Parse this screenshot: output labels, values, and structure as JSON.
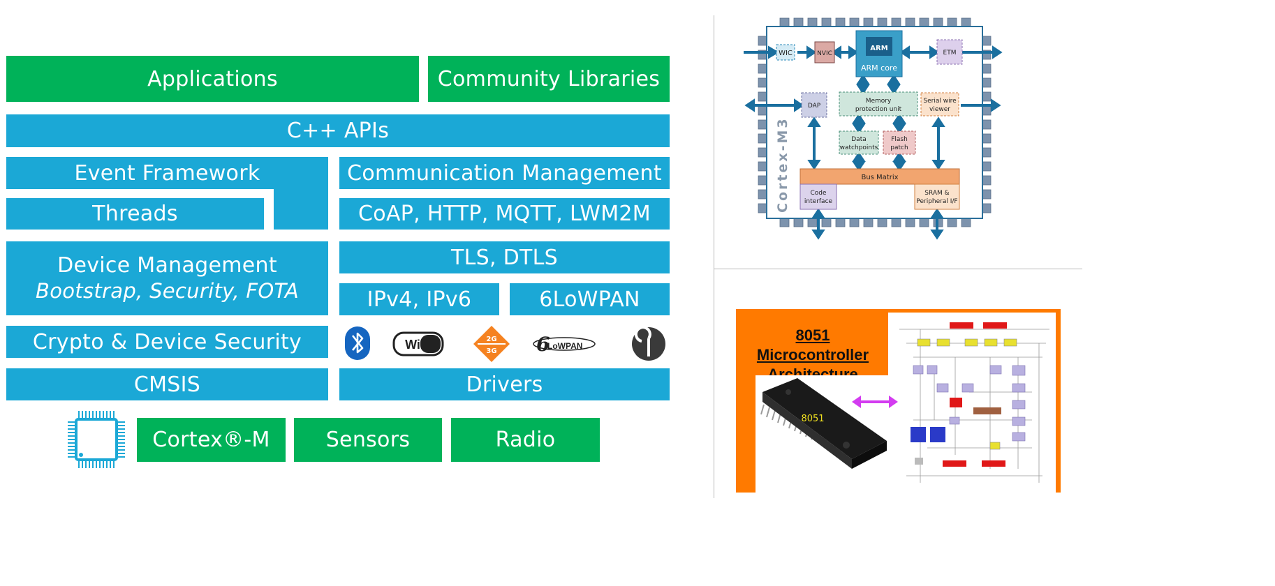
{
  "stack": {
    "applications": "Applications",
    "community_libraries": "Community Libraries",
    "cpp_apis": "C++ APIs",
    "event_framework": "Event Framework",
    "threads": "Threads",
    "communication_management": "Communication Management",
    "protocols": "CoAP, HTTP, MQTT, LWM2M",
    "device_management": "Device Management",
    "device_management_sub": "Bootstrap, Security, FOTA",
    "tls": "TLS, DTLS",
    "ipv": "IPv4, IPv6",
    "lowpan": "6LoWPAN",
    "crypto": "Crypto & Device Security",
    "cmsis": "CMSIS",
    "drivers": "Drivers",
    "cortex_m": "Cortex®-M",
    "sensors": "Sensors",
    "radio": "Radio",
    "wifi_logo": "WiFi",
    "cell_2g": "2G",
    "cell_3g": "3G",
    "lowpan_logo": "LoWPAN",
    "colors": {
      "green": "#00b259",
      "blue": "#1ba8d6"
    }
  },
  "cortex_m3": {
    "side_label": "Cortex-M3",
    "wic": "WIC",
    "nvic": "NVIC",
    "arm_logo": "ARM",
    "arm_core": "ARM core",
    "etm": "ETM",
    "dap": "DAP",
    "mpu_line1": "Memory",
    "mpu_line2": "protection unit",
    "swv_line1": "Serial wire",
    "swv_line2": "viewer",
    "dw_line1": "Data",
    "dw_line2": "watchpoints",
    "fp_line1": "Flash",
    "fp_line2": "patch",
    "bus_matrix": "Bus Matrix",
    "code_line1": "Code",
    "code_line2": "interface",
    "sram_line1": "SRAM &",
    "sram_line2": "Peripheral I/F"
  },
  "mcu8051": {
    "title_line1": "8051 Microcontroller",
    "title_line2": "Architecture",
    "chip_label": "8051",
    "accent": "#ff7a00",
    "arrow_color": "#d33cf0"
  }
}
